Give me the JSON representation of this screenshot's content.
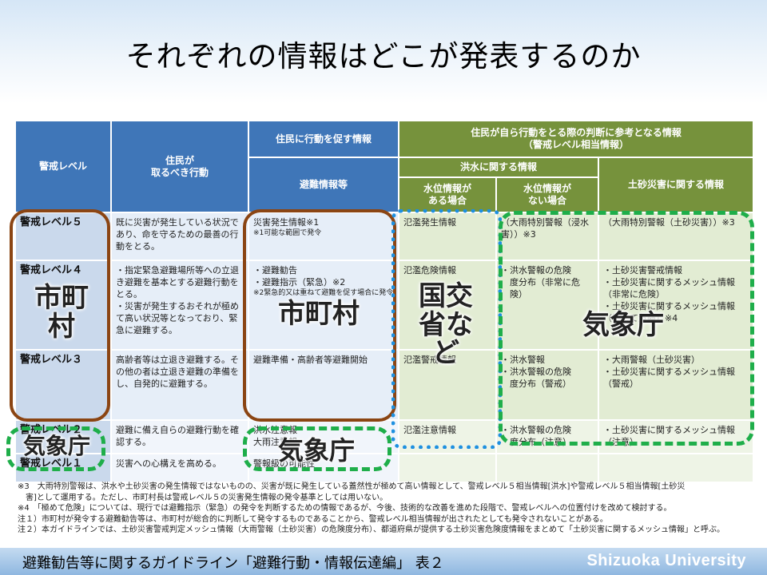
{
  "title": "それぞれの情報はどこが発表するのか",
  "table": {
    "headers": {
      "level": "警戒レベル",
      "action": "住民が\n取るべき行動",
      "urge_group": "住民に行動を促す情報",
      "evac_info": "避難情報等",
      "ref_group": "住民が自ら行動をとる際の判断に参考となる情報\n（警戒レベル相当情報）",
      "flood_group": "洪水に関する情報",
      "water_yes": "水位情報が\nある場合",
      "water_no": "水位情報が\nない場合",
      "landslide": "土砂災害に関する情報"
    },
    "rows": [
      {
        "level": "警戒レベル５",
        "action": "既に災害が発生している状況であり、命を守るための最善の行動をとる。",
        "evac": "災害発生情報※1",
        "evac_note": "※1可能な範囲で発令",
        "water_yes": "氾濫発生情報",
        "water_no": "（大雨特別警報（浸水害））※3",
        "landslide": "（大雨特別警報（土砂災害））※3"
      },
      {
        "level": "警戒レベル４",
        "action": "・指定緊急避難場所等への立退き避難を基本とする避難行動をとる。\n・災害が発生するおそれが極めて高い状況等となっており、緊急に避難する。",
        "evac": "・避難勧告\n・避難指示（緊急）※2",
        "evac_note": "※2緊急的又は重ねて避難を促す場合に発令",
        "water_yes": "氾濫危険情報",
        "water_no": "・洪水警報の危険\n　度分布（非常に危\n　険）",
        "landslide": "・土砂災害警戒情報\n・土砂災害に関するメッシュ情報（非常に危険）\n・土砂災害に関するメッシュ情報（極めて危険）※4"
      },
      {
        "level": "警戒レベル３",
        "action": "高齢者等は立退き避難する。その他の者は立退き避難の準備をし、自発的に避難する。",
        "evac": "避難準備・高齢者等避難開始",
        "evac_note": "",
        "water_yes": "氾濫警戒情報",
        "water_no": "・洪水警報\n・洪水警報の危険\n　度分布（警戒）",
        "landslide": "・大雨警報（土砂災害）\n・土砂災害に関するメッシュ情報（警戒）"
      },
      {
        "level": "警戒レベル２",
        "action": "避難に備え自らの避難行動を確認する。",
        "evac": "洪水注意報\n大雨注意報",
        "evac_note": "",
        "water_yes": "氾濫注意情報",
        "water_no": "・洪水警報の危険\n　度分布（注意）",
        "landslide": "・土砂災害に関するメッシュ情報（注意）"
      },
      {
        "level": "警戒レベル１",
        "action": "災害への心構えを高める。",
        "evac": "警報級の可能性",
        "evac_note": "",
        "water_yes": "",
        "water_no": "",
        "landslide": ""
      }
    ]
  },
  "overlays": {
    "city_left": "市町\n村",
    "city_center": "市町村",
    "mlit": "国交\n省な\nど",
    "jma_right": "気象庁",
    "jma_left": "気象庁",
    "jma_center": "気象庁"
  },
  "notes": [
    "※3　大雨特別警報は、洪水や土砂災害の発生情報ではないものの、災害が既に発生している蓋然性が極めて高い情報として、警戒レベル５相当情報[洪水]や警戒レベル５相当情報[土砂災",
    "　害]として運用する。ただし、市町村長は警戒レベル５の災害発生情報の発令基準としては用いない。",
    "※4　「極めて危険」については、現行では避難指示（緊急）の発令を判断するための情報であるが、今後、技術的な改善を進めた段階で、警戒レベルへの位置付けを改めて検討する。",
    "注１）市町村が発令する避難勧告等は、市町村が総合的に判断して発令するものであることから、警戒レベル相当情報が出されたとしても発令されないことがある。",
    "注２）本ガイドラインでは、土砂災害警戒判定メッシュ情報（大雨警報（土砂災害）の危険度分布）、都道府県が提供する土砂災害危険度情報をまとめて「土砂災害に関するメッシュ情報」と呼ぶ。"
  ],
  "footer": {
    "citation": "避難勧告等に関するガイドライン「避難行動・情報伝達編」 表２",
    "brand": "Shizuoka University"
  }
}
